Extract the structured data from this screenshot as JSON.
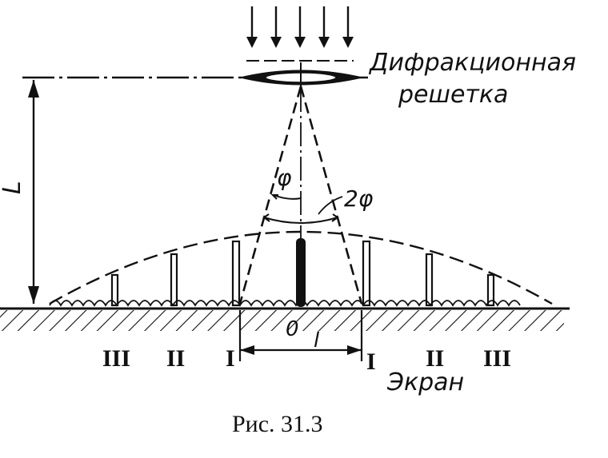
{
  "labels": {
    "grating_line1": "Дифракционная",
    "grating_line2": "решетка",
    "distance_L": "L",
    "angle_phi": "φ",
    "angle_2phi": "2φ",
    "center_zero": "0",
    "spacing_l": "l",
    "screen": "Экран",
    "order_III_left": "III",
    "order_II_left": "II",
    "order_I_left": "I",
    "order_I_right": "I",
    "order_II_right": "II",
    "order_III_right": "III"
  },
  "caption": "Рис. 31.3",
  "colors": {
    "ink": "#111111",
    "background": "#ffffff"
  }
}
